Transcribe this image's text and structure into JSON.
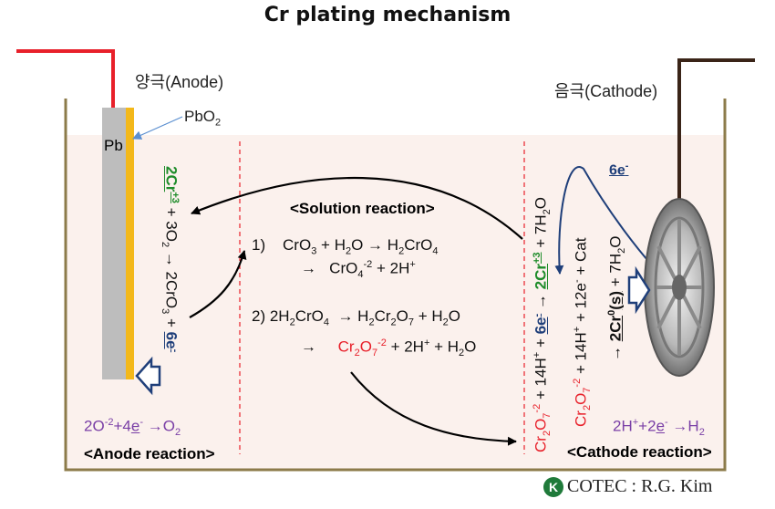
{
  "title": "Cr plating mechanism",
  "anode": {
    "label": "양극(Anode)",
    "pb": "Pb",
    "pbo2": "PbO",
    "pbo2_sub": "2",
    "eq_green": "2Cr",
    "eq_green_sup": "+3",
    "eq_part1": " + 3O",
    "eq_part1_sub": "2",
    "eq_arrow": " → 2CrO",
    "eq_arrow_sub": "3",
    "eq_plus": " + ",
    "eq_e": "6e",
    "eq_e_sup": "-",
    "reaction": "2O",
    "reaction_sup": "-2",
    "reaction_mid": "+4",
    "reaction_e": "e",
    "reaction_e_sup": "-",
    "reaction_end": " →O",
    "reaction_end_sub": "2",
    "section": "<Anode reaction>"
  },
  "solution": {
    "section": "<Solution reaction>",
    "r1_num": "1)",
    "r1_line1": "CrO",
    "r1_l1_sub": "3",
    "r1_l1_mid": " + H",
    "r1_l1_sub2": "2",
    "r1_l1_mid2": "O → H",
    "r1_l1_sub3": "2",
    "r1_l1_end": "CrO",
    "r1_l1_sub4": "4",
    "r1_line2_arrow": "→",
    "r1_line2": "CrO",
    "r1_l2_sub": "4",
    "r1_l2_sup": "-2",
    "r1_l2_end": " + 2H",
    "r1_l2_sup2": "+",
    "r2_num": "2) 2H",
    "r2_sub1": "2",
    "r2_a": "CrO",
    "r2_sub2": "4",
    "r2_arrow": "→ H",
    "r2_sub3": "2",
    "r2_b": "Cr",
    "r2_sub4": "2",
    "r2_c": "O",
    "r2_sub5": "7",
    "r2_d": " + H",
    "r2_sub6": "2",
    "r2_e": "O",
    "r2_line2_arrow": "→",
    "r2_red": "Cr",
    "r2_red_sub1": "2",
    "r2_red_b": "O",
    "r2_red_sub2": "7",
    "r2_red_sup": "-2",
    "r2_line2_rest": " + 2H",
    "r2_l2_sup": "+",
    "r2_line2_end": " + H",
    "r2_l2_sub": "2",
    "r2_line2_o": "O"
  },
  "cathode": {
    "label": "음극(Cathode)",
    "e_label": "6e",
    "e_sup": "-",
    "eq1_red": "Cr",
    "eq1_red_sub": "2",
    "eq1_red_b": "O",
    "eq1_red_sub2": "7",
    "eq1_red_sup": "-2",
    "eq1_mid": " + 14H",
    "eq1_sup": "+",
    "eq1_plus": " + ",
    "eq1_e": "6e",
    "eq1_e_sup": "-",
    "eq1_arrow": " → ",
    "eq1_green": "2Cr",
    "eq1_green_sup": "+3",
    "eq1_end": " + 7H",
    "eq1_end_sub": "2",
    "eq1_o": "O",
    "eq2_red": "Cr",
    "eq2_red_sub": "2",
    "eq2_red_b": "O",
    "eq2_red_sub2": "7",
    "eq2_red_sup": "-2",
    "eq2_mid": " + 14H",
    "eq2_sup": "+",
    "eq2_mid2": " + 12e",
    "eq2_sup2": "-",
    "eq2_end": " + Cat",
    "eq3_arrow": "→ ",
    "eq3_bold": "2Cr",
    "eq3_bold_sup": "0",
    "eq3_bold_s": "(s)",
    "eq3_end": " + 7H",
    "eq3_end_sub": "2",
    "eq3_o": "O",
    "reaction": "2H",
    "reaction_sup": "+",
    "reaction_mid": "+2",
    "reaction_e": "e",
    "reaction_e_sup": "-",
    "reaction_end": " →H",
    "reaction_end_sub": "2",
    "section": "<Cathode reaction>"
  },
  "footer": {
    "logo": "K",
    "text": "COTEC : R.G. Kim"
  },
  "colors": {
    "tank_fill": "#fbf1ed",
    "tank_border": "#8c7b4a",
    "red_wire": "#e8202a",
    "dark_wire": "#3a2418",
    "pb_bar": "#bdbdbd",
    "pbo2_bar": "#f3b81a",
    "green": "#1e8c2a",
    "navy": "#1f3f7a",
    "purple": "#7a3fa6",
    "logo": "#1f7a3a"
  }
}
